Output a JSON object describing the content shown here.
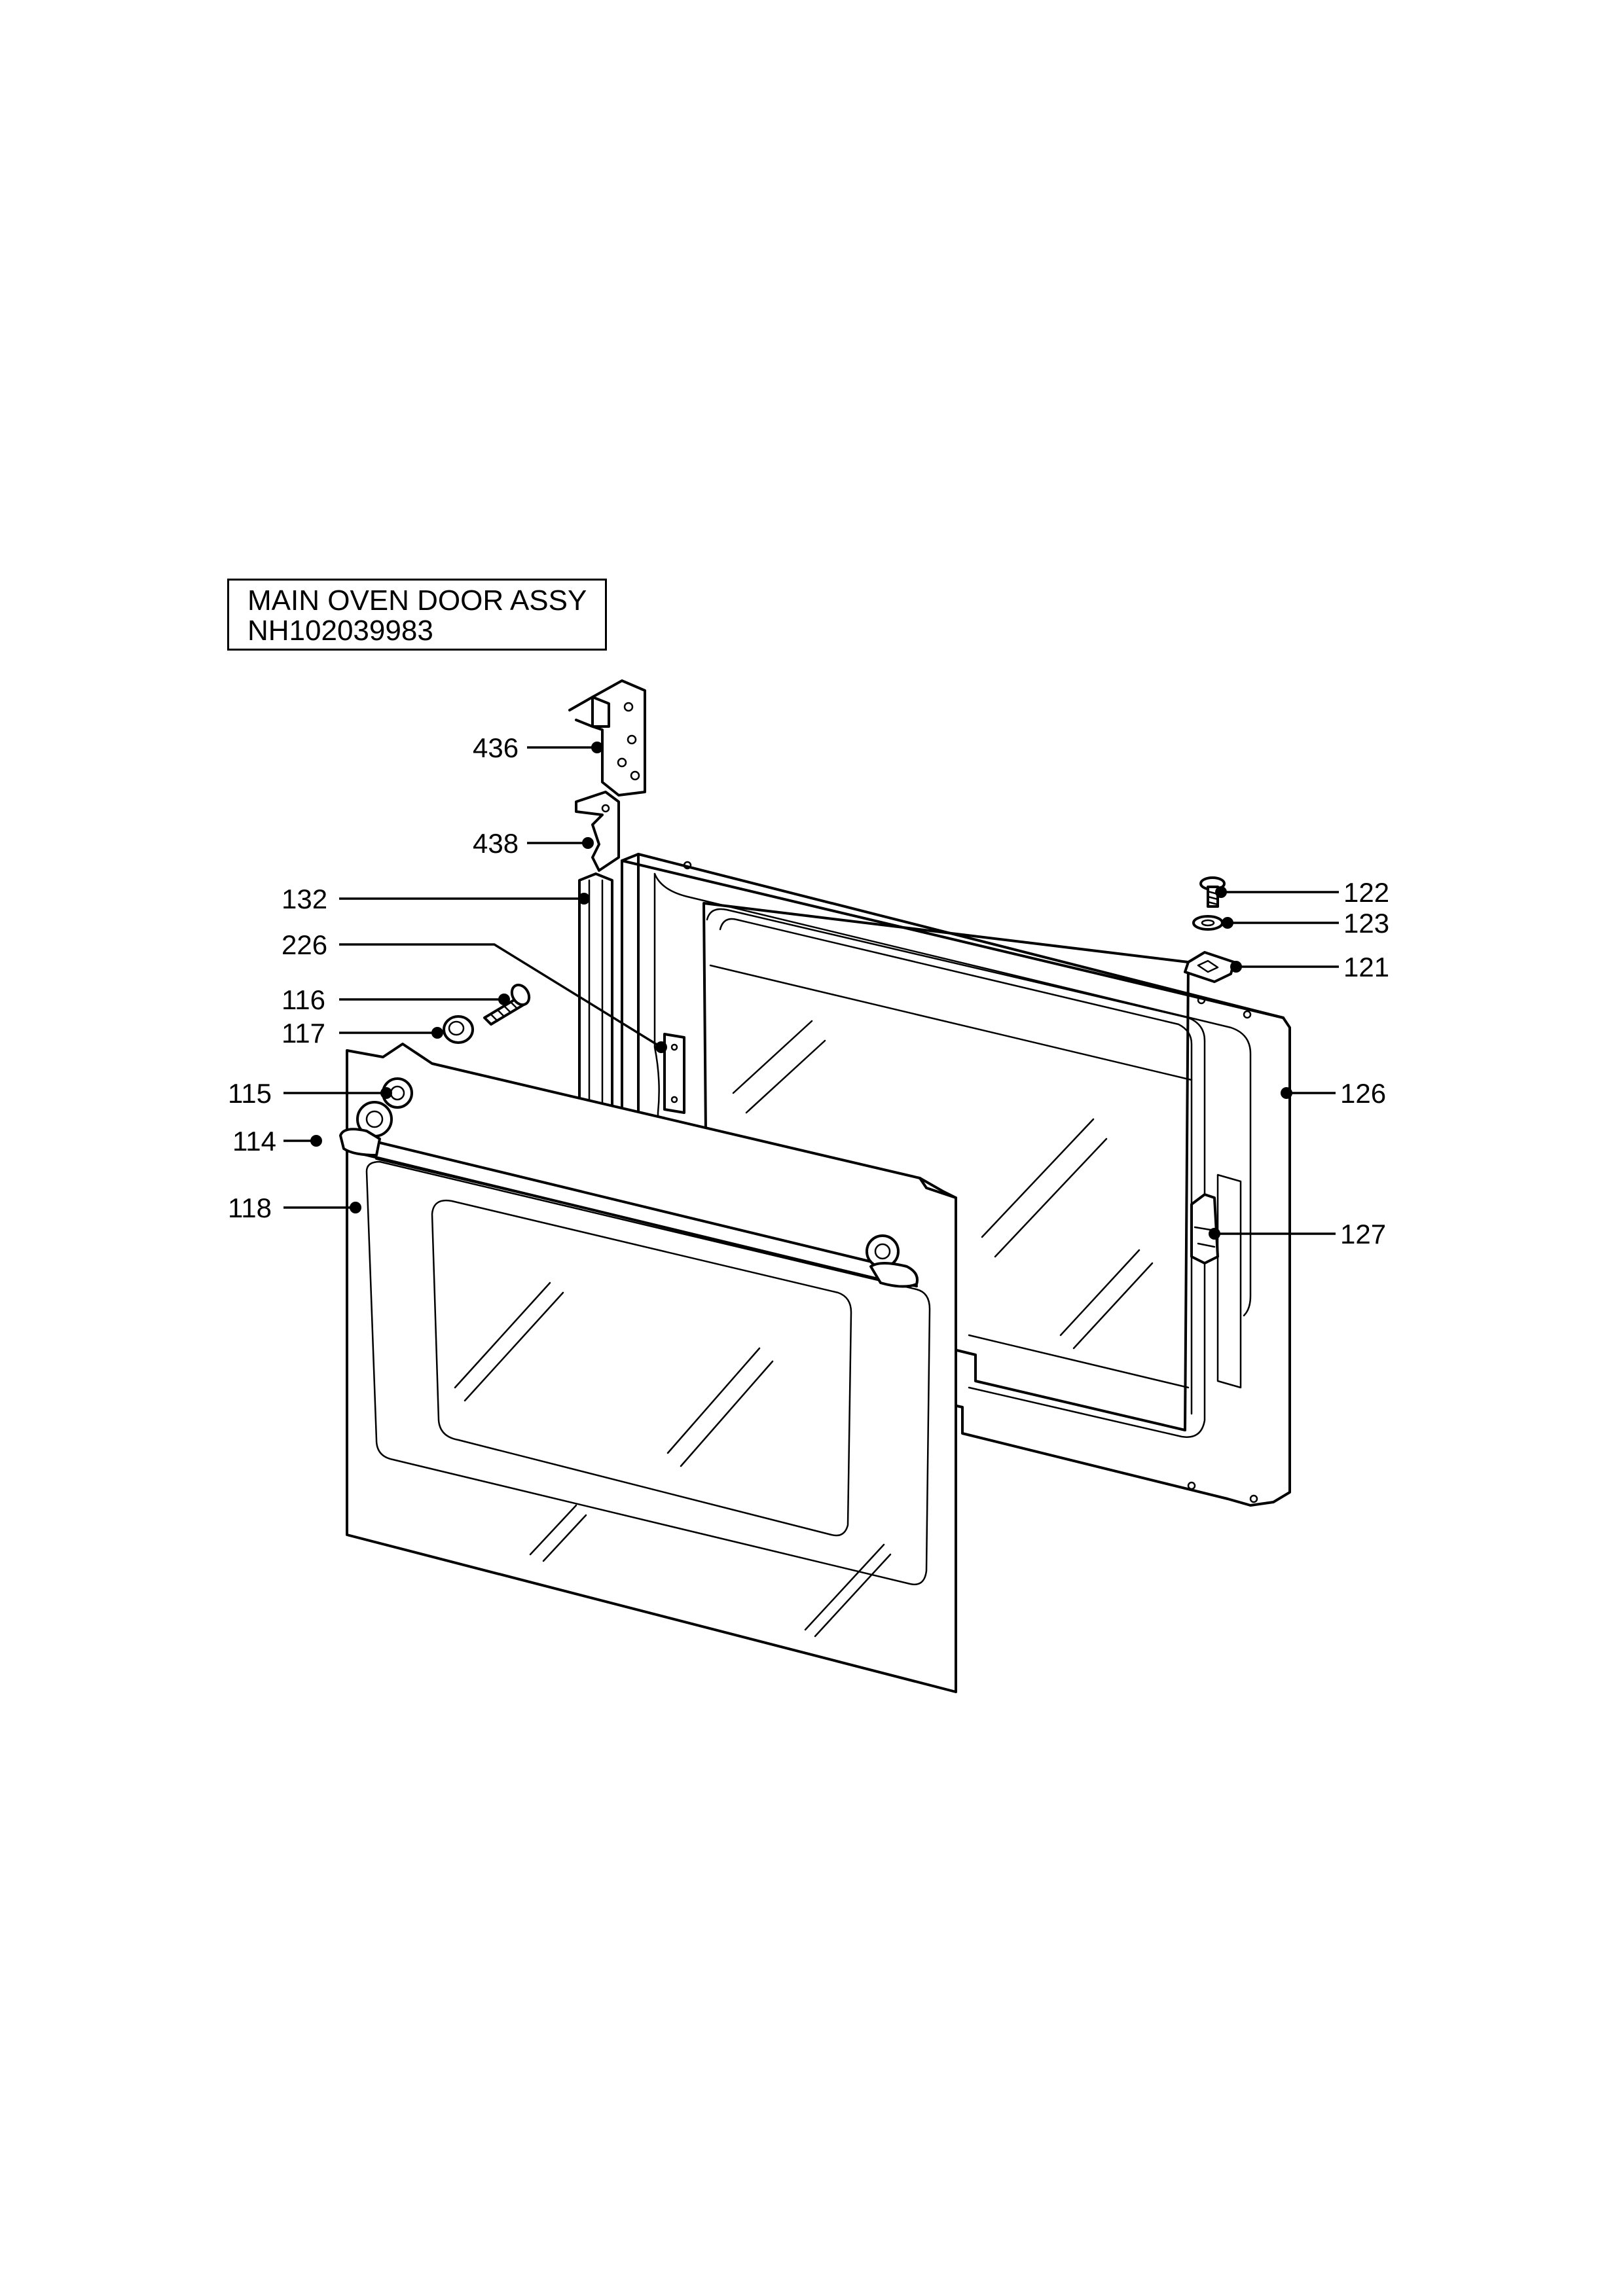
{
  "title": {
    "line1": "MAIN OVEN DOOR ASSY",
    "line2": "NH102039983"
  },
  "callouts": [
    {
      "id": "436",
      "label": "436"
    },
    {
      "id": "438",
      "label": "438"
    },
    {
      "id": "132",
      "label": "132"
    },
    {
      "id": "226",
      "label": "226"
    },
    {
      "id": "116",
      "label": "116"
    },
    {
      "id": "117",
      "label": "117"
    },
    {
      "id": "115",
      "label": "115"
    },
    {
      "id": "114",
      "label": "114"
    },
    {
      "id": "118",
      "label": "118"
    },
    {
      "id": "122",
      "label": "122"
    },
    {
      "id": "123",
      "label": "123"
    },
    {
      "id": "121",
      "label": "121"
    },
    {
      "id": "126",
      "label": "126"
    },
    {
      "id": "127",
      "label": "127"
    }
  ]
}
